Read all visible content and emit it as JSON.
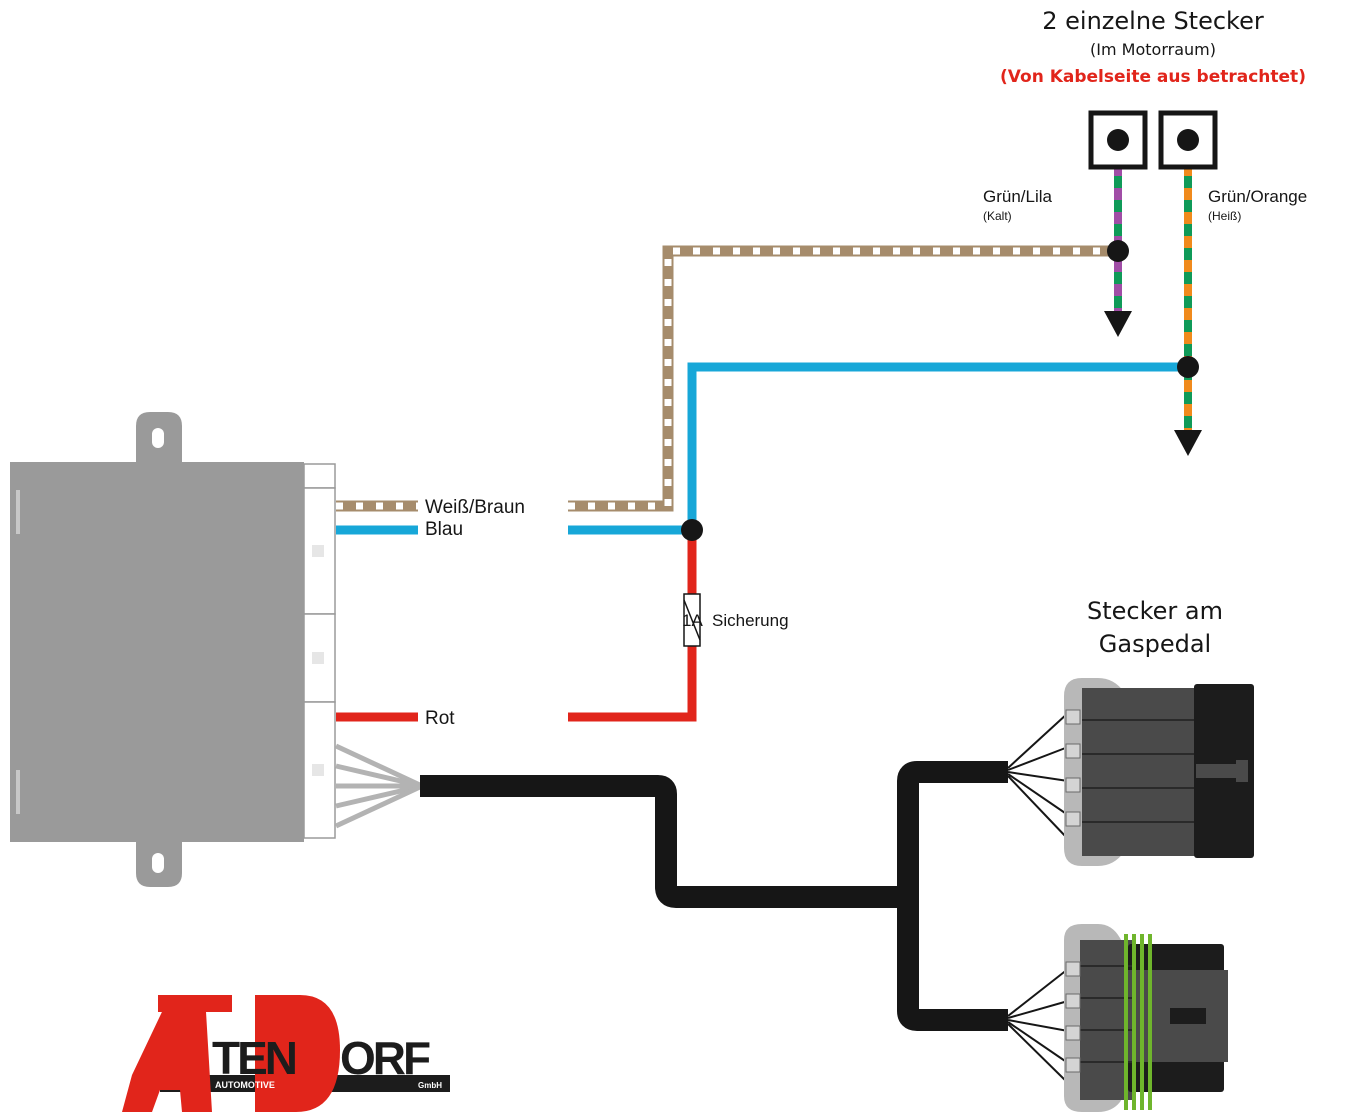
{
  "plugs_title": "2 einzelne Stecker",
  "plugs_subtitle": "(Im Motorraum)",
  "plugs_note": "(Von Kabelseite aus betrachtet)",
  "pedal_title_line1": "Stecker am",
  "pedal_title_line2": "Gaspedal",
  "wires": {
    "weiss_braun": "Weiß/Braun",
    "blau": "Blau",
    "rot": "Rot",
    "gruen_lila": "Grün/Lila",
    "gruen_lila_note": "(Kalt)",
    "gruen_orange": "Grün/Orange",
    "gruen_orange_note": "(Heiß)"
  },
  "fuse_value": "1A",
  "fuse_label": "Sicherung",
  "logo": {
    "main": "ALTENDORF",
    "left_sub": "AUTOMOTIVE",
    "right_sub": "GmbH"
  },
  "colors": {
    "note_red": "#e1251b",
    "wire_brown": "#a68c6c",
    "wire_blue": "#17a7d8",
    "wire_red": "#e1251b",
    "wire_green": "#0f9a58",
    "wire_purple": "#a04da6",
    "wire_orange": "#f08a1c",
    "module_gray": "#9a9a9a",
    "cable_black": "#161616"
  }
}
